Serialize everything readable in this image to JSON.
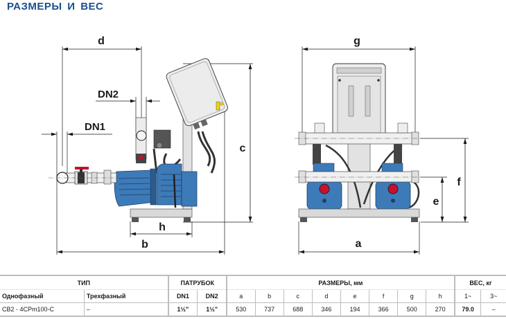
{
  "page": {
    "title": "РАЗМЕРЫ И ВЕС"
  },
  "drawing": {
    "side_view_labels": {
      "d": "d",
      "dn2": "DN2",
      "dn1": "DN1",
      "c": "c",
      "h": "h",
      "b": "b"
    },
    "front_view_labels": {
      "g": "g",
      "f": "f",
      "e": "e",
      "a": "a"
    },
    "colors": {
      "pump_blue": "#3d7ab8",
      "pump_dark": "#2a5b8e",
      "frame_gray": "#d9d9d9",
      "panel_gray": "#ececec",
      "valve_red": "#c8102e",
      "indicator_yellow": "#f2d400",
      "title_blue": "#1b4f8c"
    }
  },
  "table": {
    "header_groups": {
      "type": "ТИП",
      "connections": "ПАТРУБОК",
      "dimensions": "РАЗМЕРЫ, мм",
      "weight": "ВЕС, кг"
    },
    "subheaders": {
      "single_phase": "Однофазный",
      "three_phase": "Трехфазный",
      "dn1": "DN1",
      "dn2": "DN2",
      "a": "a",
      "b": "b",
      "c": "c",
      "d": "d",
      "e": "e",
      "f": "f",
      "g": "g",
      "h": "h",
      "w1": "1~",
      "w3": "3~"
    },
    "rows": [
      {
        "single_phase": "CB2 - 4CPm100-C",
        "three_phase": "–",
        "dn1": "1½\"",
        "dn2": "1½\"",
        "a": "530",
        "b": "737",
        "c": "688",
        "d": "346",
        "e": "194",
        "f": "366",
        "g": "500",
        "h": "270",
        "w1": "79.0",
        "w3": "–"
      }
    ]
  }
}
